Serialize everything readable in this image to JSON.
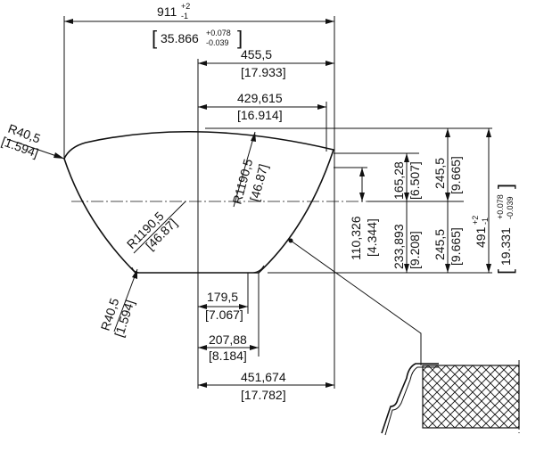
{
  "dimensions": {
    "overall_width": {
      "value": "911",
      "tol_upper": "+2",
      "tol_lower": "-1",
      "inch": "35.866",
      "inch_upper": "+0.078",
      "inch_lower": "-0.039"
    },
    "width_455": {
      "mm": "455,5",
      "inch": "[17.933]"
    },
    "width_429": {
      "mm": "429,615",
      "inch": "[16.914]"
    },
    "width_179": {
      "mm": "179,5",
      "inch": "[7.067]"
    },
    "width_207": {
      "mm": "207,88",
      "inch": "[8.184]"
    },
    "width_451": {
      "mm": "451,674",
      "inch": "[17.782]"
    },
    "radius_top_left": {
      "mm": "R40,5",
      "inch": "[1.594]"
    },
    "radius_bottom_left": {
      "mm": "R40,5",
      "inch": "[1.594]"
    },
    "radius_top_arc": {
      "mm": "R1190,5",
      "inch": "[46.87]"
    },
    "radius_side_arc": {
      "mm": "R1190,5",
      "inch": "[46.87]"
    },
    "height_110": {
      "mm": "110,326",
      "inch": "[4.344]"
    },
    "height_165": {
      "mm": "165,28",
      "inch": "[6.507]"
    },
    "height_233": {
      "mm": "233,893",
      "inch": "[9.208]"
    },
    "height_245_top": {
      "mm": "245,5",
      "inch": "[9.665]"
    },
    "height_245_bottom": {
      "mm": "245,5",
      "inch": "[9.665]"
    },
    "overall_height": {
      "value": "491",
      "tol_upper": "+2",
      "tol_lower": "-1",
      "inch": "19.331",
      "inch_upper": "+0.078",
      "inch_lower": "-0.039"
    }
  }
}
